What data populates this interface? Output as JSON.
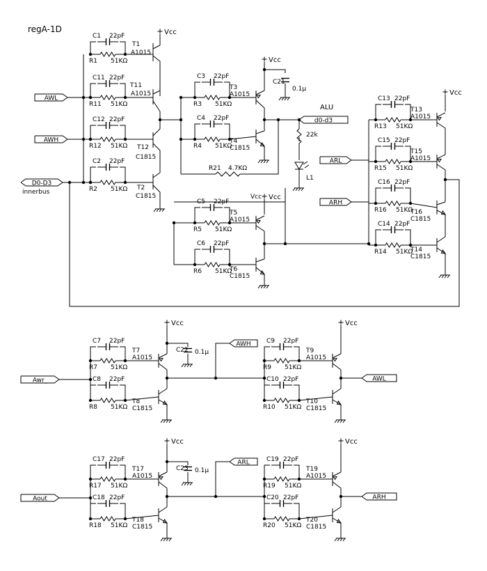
{
  "title": "regA-1D",
  "supply": "Vcc",
  "bus": {
    "name": "D0-D3",
    "sub": "innerbus"
  },
  "alu": {
    "name": "ALU",
    "port": "d0-d3"
  },
  "ports": {
    "awl": "AWL",
    "awh": "AWH",
    "arl": "ARL",
    "arh": "ARH",
    "awr": "Awr_",
    "aout": "Aout"
  },
  "values": {
    "cap22": "22pF",
    "res51": "51KΩ",
    "cap01": "0.1μ",
    "res22k": "22k",
    "res47": "4.7KΩ"
  },
  "transistor_types": {
    "pnp": "A1015",
    "npn": "C1815"
  },
  "led": "L1",
  "labels": {
    "c1": "C1",
    "c2": "C2",
    "c3": "C3",
    "c4": "C4",
    "c5": "C5",
    "c6": "C6",
    "c7": "C7",
    "c8": "C8",
    "c9": "C9",
    "c10": "C10",
    "c11": "C11",
    "c12": "C12",
    "c13": "C13",
    "c14": "C14",
    "c15": "C15",
    "c16": "C16",
    "c17": "C17",
    "c18": "C18",
    "c19": "C19",
    "c20": "C20",
    "c21": "C21",
    "c22": "C22",
    "c23": "C23",
    "r1": "R1",
    "r2": "R2",
    "r3": "R3",
    "r4": "R4",
    "r5": "R5",
    "r6": "R6",
    "r7": "R7",
    "r8": "R8",
    "r9": "R9",
    "r10": "R10",
    "r11": "R11",
    "r12": "R12",
    "r13": "R13",
    "r14": "R14",
    "r15": "R15",
    "r16": "R16",
    "r17": "R17",
    "r18": "R18",
    "r19": "R19",
    "r20": "R20",
    "r21": "R21",
    "t1": "T1",
    "t2": "T2",
    "t3": "T3",
    "t4": "T4",
    "t5": "T5",
    "t6": "T6",
    "t7": "T7",
    "t8": "T8",
    "t9": "T9",
    "t10": "T10",
    "t11": "T11",
    "t12": "T12",
    "t13": "T13",
    "t14": "T14",
    "t15": "T15",
    "t16": "T16",
    "t17": "T17",
    "t18": "T18",
    "t19": "T19",
    "t20": "T20"
  }
}
